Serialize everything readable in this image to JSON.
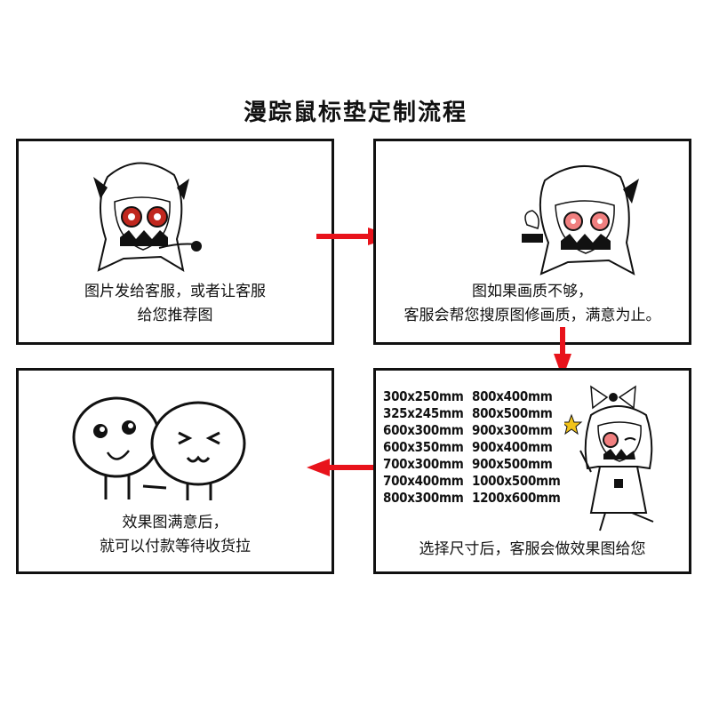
{
  "title": "漫踪鼠标垫定制流程",
  "colors": {
    "arrow": "#e8131b",
    "border": "#111111",
    "eye": "#c0271e"
  },
  "steps": [
    {
      "lines": [
        "图片发给客服，或者让客服",
        "给您推荐图"
      ]
    },
    {
      "lines": [
        "图如果画质不够，",
        "客服会帮您搜原图修画质，满意为止。"
      ]
    },
    {
      "lines": [
        "效果图满意后，",
        "就可以付款等待收货拉"
      ]
    },
    {
      "lines": [
        "选择尺寸后，客服会做效果图给您"
      ]
    }
  ],
  "sizes": [
    [
      "300x250mm",
      "800x400mm"
    ],
    [
      "325x245mm",
      "800x500mm"
    ],
    [
      "600x300mm",
      "900x300mm"
    ],
    [
      "600x350mm",
      "900x400mm"
    ],
    [
      "700x300mm",
      "900x500mm"
    ],
    [
      "700x400mm",
      "1000x500mm"
    ],
    [
      "800x300mm",
      "1200x600mm"
    ]
  ],
  "icons": [
    "arrow-right-icon",
    "arrow-down-icon",
    "arrow-left-icon",
    "character-pointing",
    "character-holding",
    "stick-figures",
    "character-winking",
    "star-icon"
  ]
}
